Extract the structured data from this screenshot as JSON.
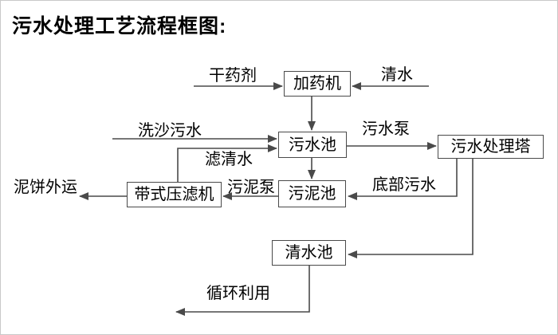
{
  "title": "污水处理工艺流程框图:",
  "diagram": {
    "nodes": {
      "dosing_machine": "加药机",
      "sewage_pool": "污水池",
      "treatment_tower": "污水处理塔",
      "belt_filter_press": "带式压滤机",
      "sludge_pool": "污泥池",
      "clean_water_pool": "清水池"
    },
    "labels": {
      "dry_chemical": "干药剂",
      "clean_water": "清水",
      "sand_wash_sewage": "洗沙污水",
      "sewage_pump": "污水泵",
      "filtered_water": "滤清水",
      "sludge_pump": "污泥泵",
      "bottom_sewage": "底部污水",
      "mud_cake_out": "泥饼外运",
      "recycling": "循环利用"
    },
    "edges": [
      {
        "from": "干药剂",
        "to": "加药机"
      },
      {
        "from": "清水",
        "to": "加药机"
      },
      {
        "from": "加药机",
        "to": "污水池"
      },
      {
        "from": "洗沙污水",
        "to": "污水池"
      },
      {
        "from": "带式压滤机",
        "to": "污水池",
        "label": "滤清水"
      },
      {
        "from": "污水池",
        "to": "污水处理塔",
        "label": "污水泵"
      },
      {
        "from": "污水池",
        "to": "污泥池"
      },
      {
        "from": "污水处理塔",
        "to": "污泥池",
        "label": "底部污水"
      },
      {
        "from": "污水处理塔",
        "to": "清水池"
      },
      {
        "from": "污泥池",
        "to": "带式压滤机",
        "label": "污泥泵"
      },
      {
        "from": "带式压滤机",
        "to": "泥饼外运"
      },
      {
        "from": "清水池",
        "to": "循环利用"
      }
    ],
    "colors": {
      "line": "#4a4a4a",
      "text": "#000000",
      "background": "#ffffff"
    }
  }
}
